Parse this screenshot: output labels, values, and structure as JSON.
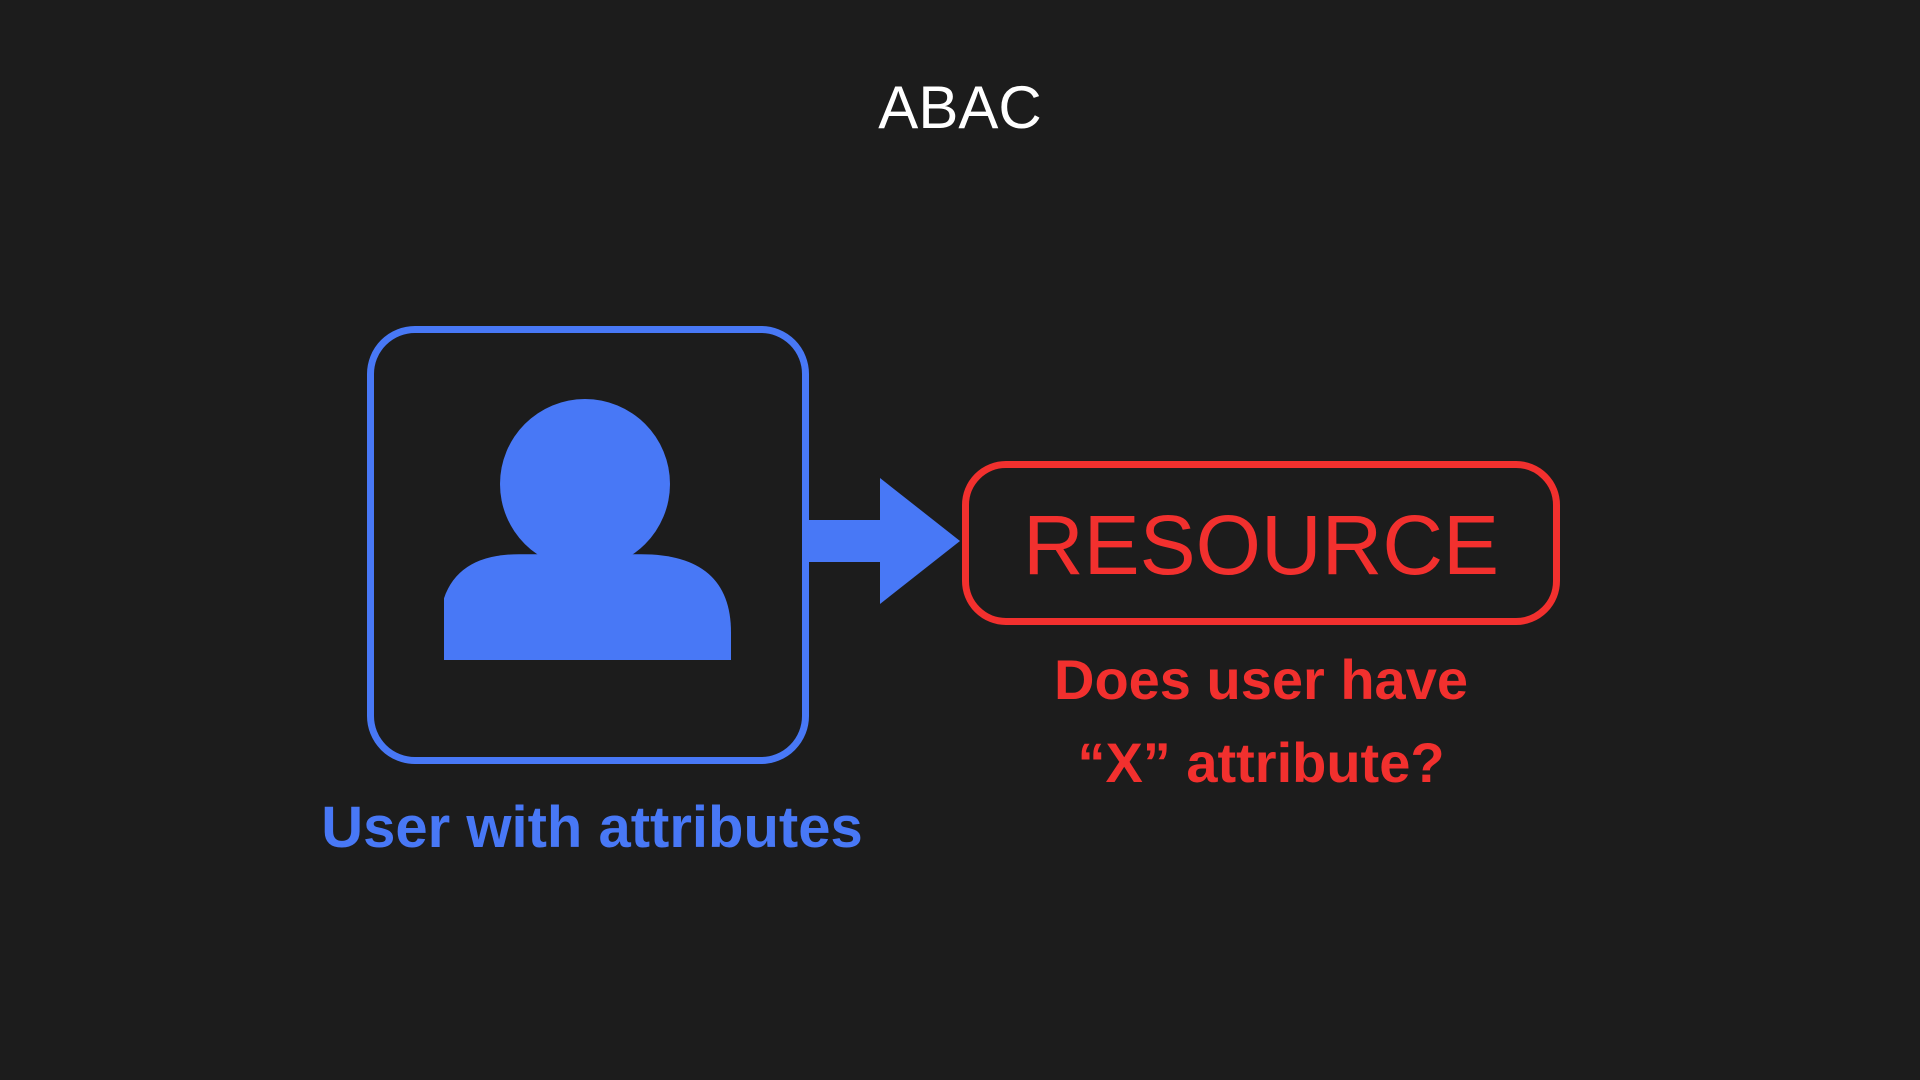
{
  "diagram": {
    "title": "ABAC",
    "user_caption": "User with attributes",
    "resource_label": "RESOURCE",
    "question_line1": "Does user have",
    "question_line2": "“X” attribute?",
    "colors": {
      "background": "#1c1c1c",
      "user_blue": "#4878f6",
      "resource_red": "#f2302e",
      "title_white": "#ffffff"
    },
    "icons": {
      "user": "person-icon",
      "arrow": "arrow-right-icon"
    }
  }
}
